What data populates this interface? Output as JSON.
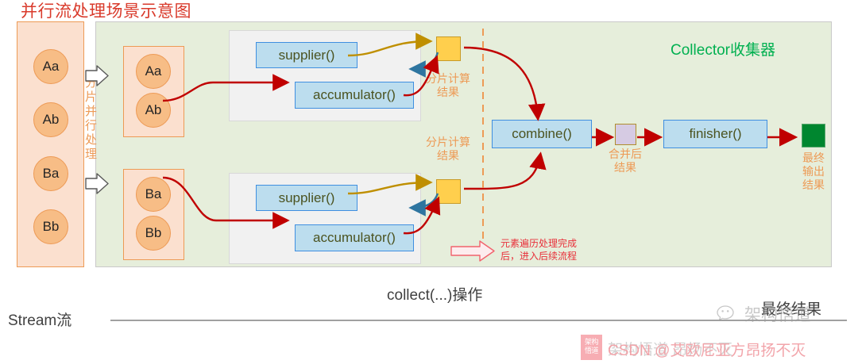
{
  "title": "并行流处理场景示意图",
  "colors": {
    "title_red": "#d93a2b",
    "source_fill": "#fbe0cf",
    "source_border": "#ed9a55",
    "token_fill": "#f7bd86",
    "collector_fill": "#e6eedb",
    "collector_title": "#00b050",
    "fn_fill": "#bcddee",
    "fn_border": "#3f8fe0",
    "fn_text": "#4b5320",
    "shard_result_fill": "#ffcf4d",
    "merged_result_fill": "#d6cbe3",
    "final_result_fill": "#00862f",
    "arrow_red": "#c00000",
    "arrow_gold": "#bf8f00",
    "arrow_teal": "#2e75a0",
    "orange_label": "#ed9a55",
    "note_red": "#e8303a",
    "axis_gray": "#808080"
  },
  "source": {
    "name": "stream-source",
    "tokens": [
      "Aa",
      "Ab",
      "Ba",
      "Bb"
    ]
  },
  "split": {
    "label": "分片\n并行\n处理",
    "arrow_count": 2
  },
  "collector": {
    "title": "Collector收集器",
    "partitions": [
      {
        "id": "partition-1",
        "tokens": [
          "Aa",
          "Ab"
        ]
      },
      {
        "id": "partition-2",
        "tokens": [
          "Ba",
          "Bb"
        ]
      }
    ],
    "pipelines": [
      {
        "id": "pipeline-1",
        "supplier": "supplier()",
        "accumulator": "accumulator()",
        "result_label": "分片计算\n结果"
      },
      {
        "id": "pipeline-2",
        "supplier": "supplier()",
        "accumulator": "accumulator()",
        "result_label": "分片计算\n结果"
      }
    ],
    "combine": "combine()",
    "finisher": "finisher()",
    "merged_result_label": "合并后\n结果",
    "final_output_label": "最终\n输出\n结果",
    "flow_note": "元素遍历处理完成\n后，进入后续流程"
  },
  "axis": {
    "stream_label": "Stream流",
    "collect_label": "collect(...)操作",
    "final_result_label": "最终结果"
  },
  "watermarks": {
    "wechat": "架构悟道",
    "badge": "架构\n悟道",
    "csdn": "CSDN @艾欧尼亚方昂扬不灭",
    "csdn_overlay": "架构悟道  昂扬不灭"
  }
}
